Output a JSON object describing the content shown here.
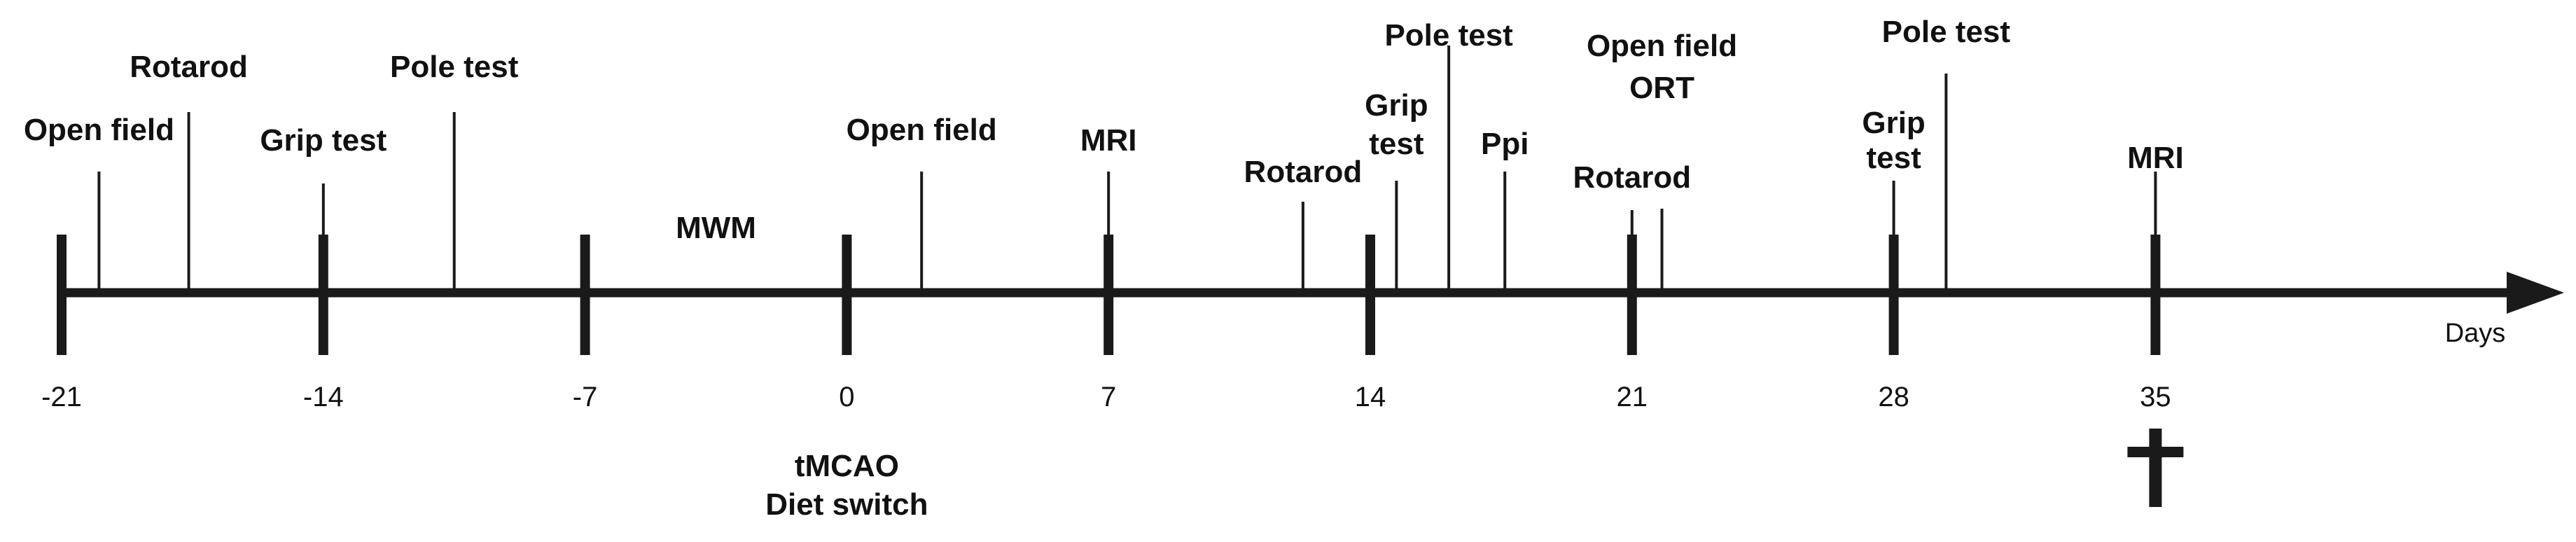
{
  "colors": {
    "line": "#1a1a1a",
    "text": "#111111",
    "background": "#ffffff"
  },
  "axis": {
    "unit_label": "Days",
    "ticks": [
      {
        "day": -21,
        "label": "-21"
      },
      {
        "day": -14,
        "label": "-14"
      },
      {
        "day": -7,
        "label": "-7"
      },
      {
        "day": 0,
        "label": "0"
      },
      {
        "day": 7,
        "label": "7"
      },
      {
        "day": 14,
        "label": "14"
      },
      {
        "day": 21,
        "label": "21"
      },
      {
        "day": 28,
        "label": "28"
      },
      {
        "day": 35,
        "label": "35"
      }
    ]
  },
  "events": [
    {
      "id": "open-field-1",
      "day": -20,
      "lines": [
        "Open field"
      ]
    },
    {
      "id": "rotarod-1",
      "day": -17.6,
      "lines": [
        "Rotarod"
      ]
    },
    {
      "id": "grip-test-1",
      "day": -14,
      "lines": [
        "Grip test"
      ]
    },
    {
      "id": "pole-test-1",
      "day": -10.5,
      "lines": [
        "Pole test"
      ]
    },
    {
      "id": "mwm",
      "day": -3.5,
      "lines": [
        "MWM"
      ],
      "no_line": true
    },
    {
      "id": "open-field-2",
      "day": 2,
      "lines": [
        "Open field"
      ]
    },
    {
      "id": "mri-1",
      "day": 7,
      "lines": [
        "MRI"
      ]
    },
    {
      "id": "rotarod-2",
      "day": 12.2,
      "lines": [
        "Rotarod"
      ]
    },
    {
      "id": "grip-test-2",
      "day": 14.7,
      "lines": [
        "Grip",
        "test"
      ]
    },
    {
      "id": "pole-test-2",
      "day": 16.1,
      "lines": [
        "Pole test"
      ]
    },
    {
      "id": "ppi",
      "day": 17.6,
      "lines": [
        "Ppi"
      ]
    },
    {
      "id": "rotarod-3",
      "day": 21,
      "lines": [
        "Rotarod"
      ]
    },
    {
      "id": "open-field-ort",
      "day": 21.8,
      "lines": [
        "Open field",
        "ORT"
      ]
    },
    {
      "id": "grip-test-3",
      "day": 28,
      "lines": [
        "Grip",
        "test"
      ]
    },
    {
      "id": "pole-test-3",
      "day": 29.4,
      "lines": [
        "Pole test"
      ]
    },
    {
      "id": "mri-2",
      "day": 35,
      "lines": [
        "MRI"
      ]
    }
  ],
  "below_events": [
    {
      "id": "tmcao-diet-switch",
      "day": 0,
      "lines": [
        "tMCAO",
        "Diet switch"
      ]
    }
  ],
  "endpoint": {
    "day": 35,
    "icon": "cross-icon"
  }
}
